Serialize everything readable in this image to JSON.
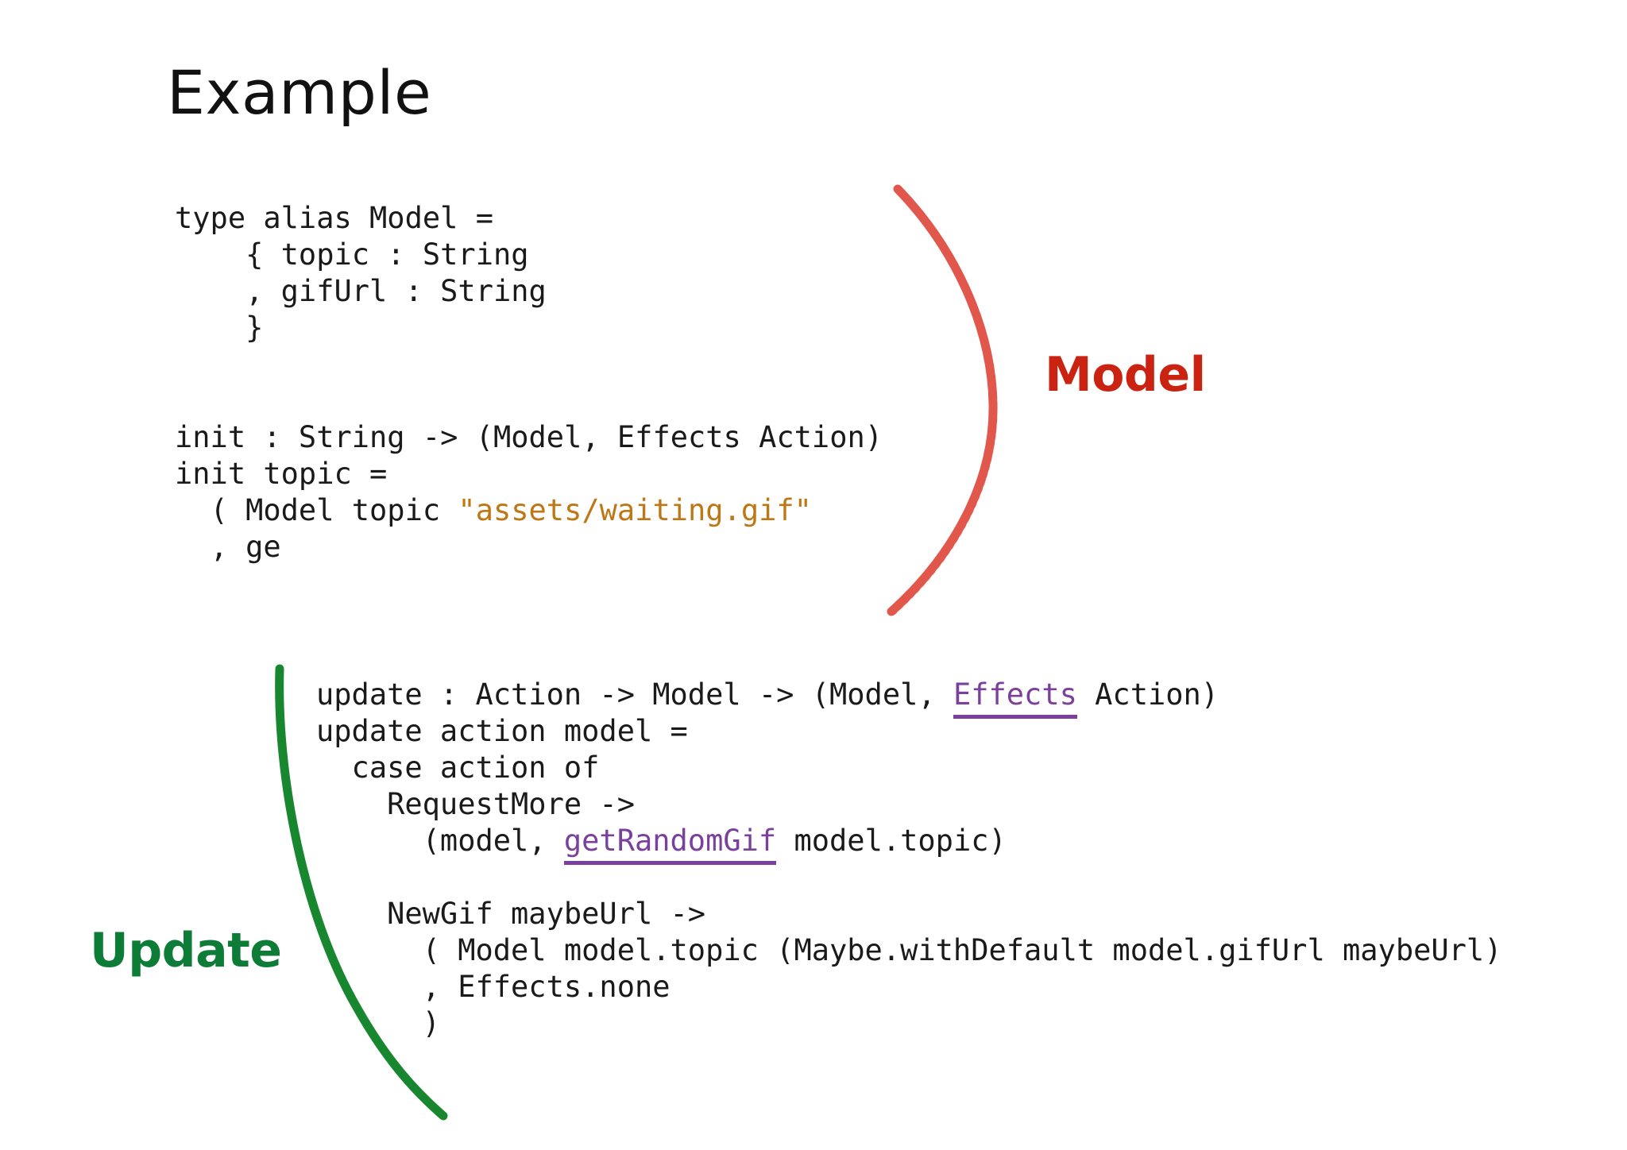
{
  "slide": {
    "title": "Example",
    "background_color": "#ffffff",
    "text_color": "#1a1a1a"
  },
  "colors": {
    "code_plain": "#1a1a1a",
    "code_string": "#bf7715",
    "code_link": "#7b3f9d",
    "model_accent": "#ca2312",
    "update_accent": "#0d7c36"
  },
  "code_model": {
    "lines": [
      {
        "id": "m0",
        "segments": [
          {
            "text": "type alias Model =",
            "style": "plain"
          }
        ]
      },
      {
        "id": "m1",
        "segments": [
          {
            "text": "    { topic : String",
            "style": "plain"
          }
        ]
      },
      {
        "id": "m2",
        "segments": [
          {
            "text": "    , gifUrl : String",
            "style": "plain"
          }
        ]
      },
      {
        "id": "m3",
        "segments": [
          {
            "text": "    }",
            "style": "plain"
          }
        ]
      },
      {
        "id": "m4",
        "segments": [
          {
            "text": "",
            "style": "plain"
          }
        ]
      },
      {
        "id": "m5",
        "segments": [
          {
            "text": "",
            "style": "plain"
          }
        ]
      },
      {
        "id": "m6",
        "segments": [
          {
            "text": "init : String -> (Model, Effects Action)",
            "style": "plain"
          }
        ]
      },
      {
        "id": "m7",
        "segments": [
          {
            "text": "init topic =",
            "style": "plain"
          }
        ]
      },
      {
        "id": "m8",
        "segments": [
          {
            "text": "  ( Model topic ",
            "style": "plain"
          },
          {
            "text": "\"assets/waiting.gif\"",
            "style": "string"
          }
        ]
      },
      {
        "id": "m9",
        "segments": [
          {
            "text": "  , ge",
            "style": "plain"
          }
        ]
      }
    ]
  },
  "code_update": {
    "lines": [
      {
        "id": "u0",
        "segments": [
          {
            "text": "update : Action -> Model -> (Model, ",
            "style": "plain"
          },
          {
            "text": "Effects",
            "style": "link"
          },
          {
            "text": " Action)",
            "style": "plain"
          }
        ]
      },
      {
        "id": "u1",
        "segments": [
          {
            "text": "update action model =",
            "style": "plain"
          }
        ]
      },
      {
        "id": "u2",
        "segments": [
          {
            "text": "  case action of",
            "style": "plain"
          }
        ]
      },
      {
        "id": "u3",
        "segments": [
          {
            "text": "    RequestMore ->",
            "style": "plain"
          }
        ]
      },
      {
        "id": "u4",
        "segments": [
          {
            "text": "      (model, ",
            "style": "plain"
          },
          {
            "text": "getRandomGif",
            "style": "link"
          },
          {
            "text": " model.topic)",
            "style": "plain"
          }
        ]
      },
      {
        "id": "u5",
        "segments": [
          {
            "text": "",
            "style": "plain"
          }
        ]
      },
      {
        "id": "u6",
        "segments": [
          {
            "text": "    NewGif maybeUrl ->",
            "style": "plain"
          }
        ]
      },
      {
        "id": "u7",
        "segments": [
          {
            "text": "      ( Model model.topic (Maybe.withDefault model.gifUrl maybeUrl)",
            "style": "plain"
          }
        ]
      },
      {
        "id": "u8",
        "segments": [
          {
            "text": "      , Effects.none",
            "style": "plain"
          }
        ]
      },
      {
        "id": "u9",
        "segments": [
          {
            "text": "      )",
            "style": "plain"
          }
        ]
      }
    ]
  },
  "annotations": [
    {
      "id": "model",
      "label": "Model",
      "color": "#ca2312",
      "marker": "red-arc-bracket"
    },
    {
      "id": "update",
      "label": "Update",
      "color": "#0d7c36",
      "marker": "green-arc-bracket"
    }
  ]
}
